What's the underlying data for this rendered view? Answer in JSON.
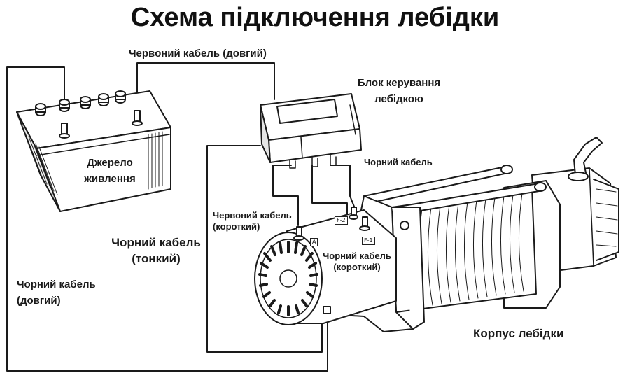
{
  "title": "Схема підключення лебідки",
  "labels": {
    "red_long": "Червоний кабель (довгий)",
    "control_line1": "Блок керування",
    "control_line2": "лебідкою",
    "black_cable": "Чорний кабель",
    "power_line1": "Джерело",
    "power_line2": "живлення",
    "red_short_line1": "Червоний кабель",
    "red_short_line2": "(короткий)",
    "black_thin_line1": "Чорний кабель",
    "black_thin_line2": "(тонкий)",
    "black_short_line1": "Чорний кабель",
    "black_short_line2": "(короткий)",
    "black_long_line1": "Чорний кабель",
    "black_long_line2": "(довгий)",
    "housing": "Корпус лебідки"
  },
  "terminal_tags": {
    "f2": "F-2",
    "f1": "F-1",
    "a": "A"
  },
  "colors": {
    "line": "#1a1a1a",
    "fill": "#ffffff",
    "shade": "#e6e6e6"
  }
}
